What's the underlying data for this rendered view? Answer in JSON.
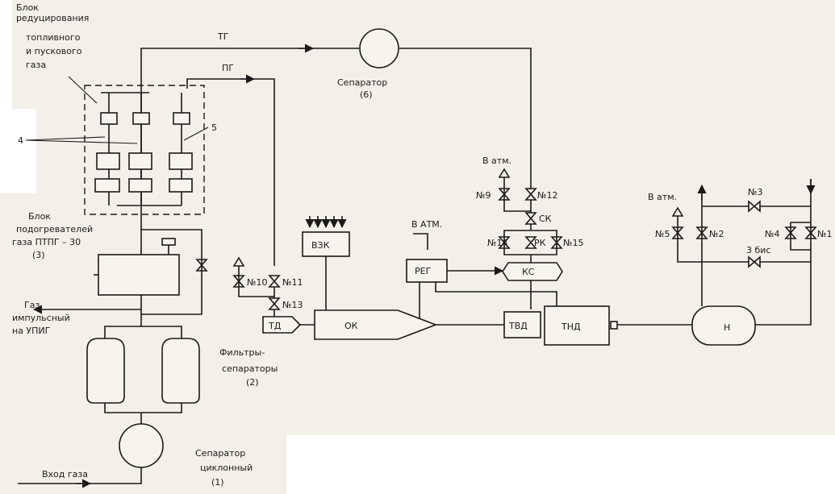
{
  "colors": {
    "paper": "#f3f0e9",
    "ink": "#1a1a1a",
    "background": "#ffffff"
  },
  "labels": {
    "reducing_block": [
      "Блок",
      "редуцирования",
      "топливного",
      "и пускового",
      "газа"
    ],
    "tg": "ТГ",
    "pg": "ПГ",
    "separator6_title": "Сепаратор",
    "separator6_num": "(6)",
    "num4": "4",
    "num5": "5",
    "heater_block": [
      "Блок",
      "подогревателей",
      "газа ПТПГ – 30",
      "(3)"
    ],
    "impulse_gas": [
      "Газ",
      "импульсный",
      "на УПИГ"
    ],
    "filters": [
      "Фильтры-",
      "сепараторы",
      "(2)"
    ],
    "cyclone": [
      "Сепаратор",
      "циклонный",
      "(1)"
    ],
    "gas_inlet": "Вход газа",
    "to_atm": "В атм.",
    "to_atm_reg": "В АТМ.",
    "v9": "№9",
    "v12": "№12",
    "v10": "№10",
    "v11": "№11",
    "v13": "№13",
    "sk": "СК",
    "v14": "№14",
    "rk": "РК",
    "v15": "№15",
    "vzk": "ВЗК",
    "reg": "РЕГ",
    "ks": "КС",
    "td": "ТД",
    "ok": "ОК",
    "tvd": "ТВД",
    "tnd": "ТНД",
    "n": "Н",
    "v5": "№5",
    "v2": "№2",
    "v3": "№3",
    "v4": "№4",
    "v1": "№1",
    "v3bis": "3 бис"
  }
}
